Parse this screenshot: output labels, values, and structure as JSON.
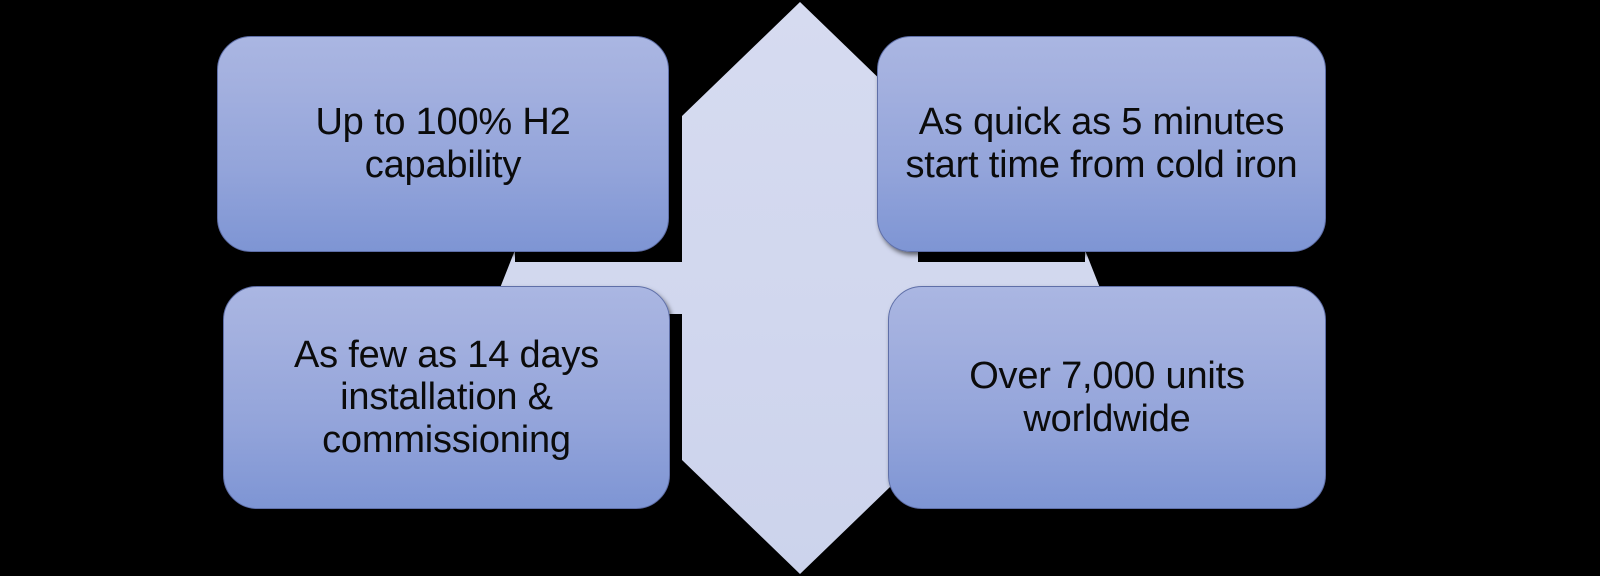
{
  "diagram": {
    "type": "four-point-arrow-callout",
    "background_color": "#000000",
    "center_shape": {
      "name": "four-way-arrow",
      "fill_color": "#d2d8ef",
      "description": "Vertical hexagon with left and right arrow points"
    },
    "box_style": {
      "gradient_top_color": "#aab6e2",
      "gradient_bottom_color": "#7e95d4",
      "border_color": "#5f6fa8",
      "text_color": "#0b0b0b"
    },
    "boxes": [
      {
        "id": "h2-capability",
        "position": "top-left",
        "text": "Up to 100% H2 capability"
      },
      {
        "id": "start-time",
        "position": "top-right",
        "text": "As quick as 5 minutes\nstart time from cold iron"
      },
      {
        "id": "installation",
        "position": "bottom-left",
        "text": "As few as 14 days\ninstallation &\ncommissioning"
      },
      {
        "id": "units-worldwide",
        "position": "bottom-right",
        "text": "Over 7,000 units\nworldwide"
      }
    ]
  }
}
